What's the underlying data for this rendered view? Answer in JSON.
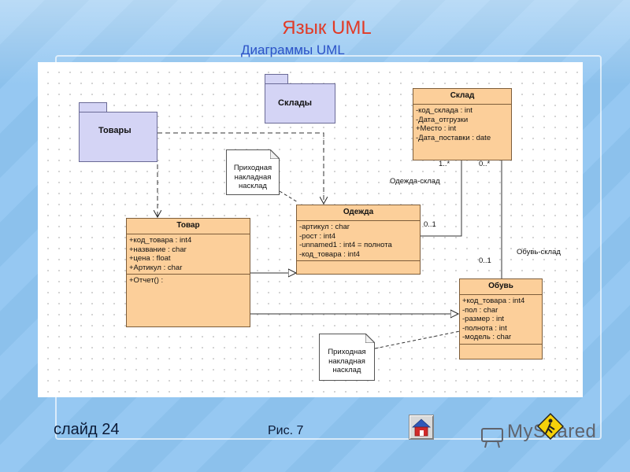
{
  "slide": {
    "title": "Язык  UML",
    "subtitle": "Диаграммы UML",
    "slide_number": "слайд 24",
    "figure_caption": "Рис. 7",
    "logo_text": "MyShared"
  },
  "diagram": {
    "packages": [
      {
        "name": "Товары"
      },
      {
        "name": "Склады"
      }
    ],
    "classes": {
      "sklad": {
        "name": "Склад",
        "attributes": [
          "-код_склада : int",
          "-Дата_отгрузки",
          "+Место : int",
          "-Дата_поставки : date"
        ]
      },
      "odezhda": {
        "name": "Одежда",
        "attributes": [
          "-артикул : char",
          "-рост : int4",
          "-unnamed1 : int4 = полнота",
          "-код_товара : int4"
        ]
      },
      "tovar": {
        "name": "Товар",
        "attributes": [
          "+код_товара : int4",
          "+название : char",
          "+цена : float",
          "+Артикул : char"
        ],
        "operations": [
          "+Отчет() :"
        ]
      },
      "obuv": {
        "name": "Обувь",
        "attributes": [
          "+код_товара : int4",
          "-пол : char",
          "-размер : int",
          "-полнота : int",
          "-модель : char"
        ]
      }
    },
    "notes": [
      [
        "Приходная",
        "накладная",
        "насклад"
      ],
      [
        "Приходная",
        "накладная",
        "насклад"
      ]
    ],
    "associations": {
      "odezhda_sklad": {
        "name": "Одежда-склад",
        "mult_sklad": "1..*",
        "mult_class": "0..1"
      },
      "obuv_sklad": {
        "name": "Обувь-склад",
        "mult_sklad": "0..*",
        "mult_class": "0..1"
      }
    }
  },
  "colors": {
    "background": "#8fc5f1",
    "title": "#e13a26",
    "subtitle": "#2b52c7",
    "class_fill": "#fccf9a",
    "package_fill": "#d4d4f5"
  }
}
